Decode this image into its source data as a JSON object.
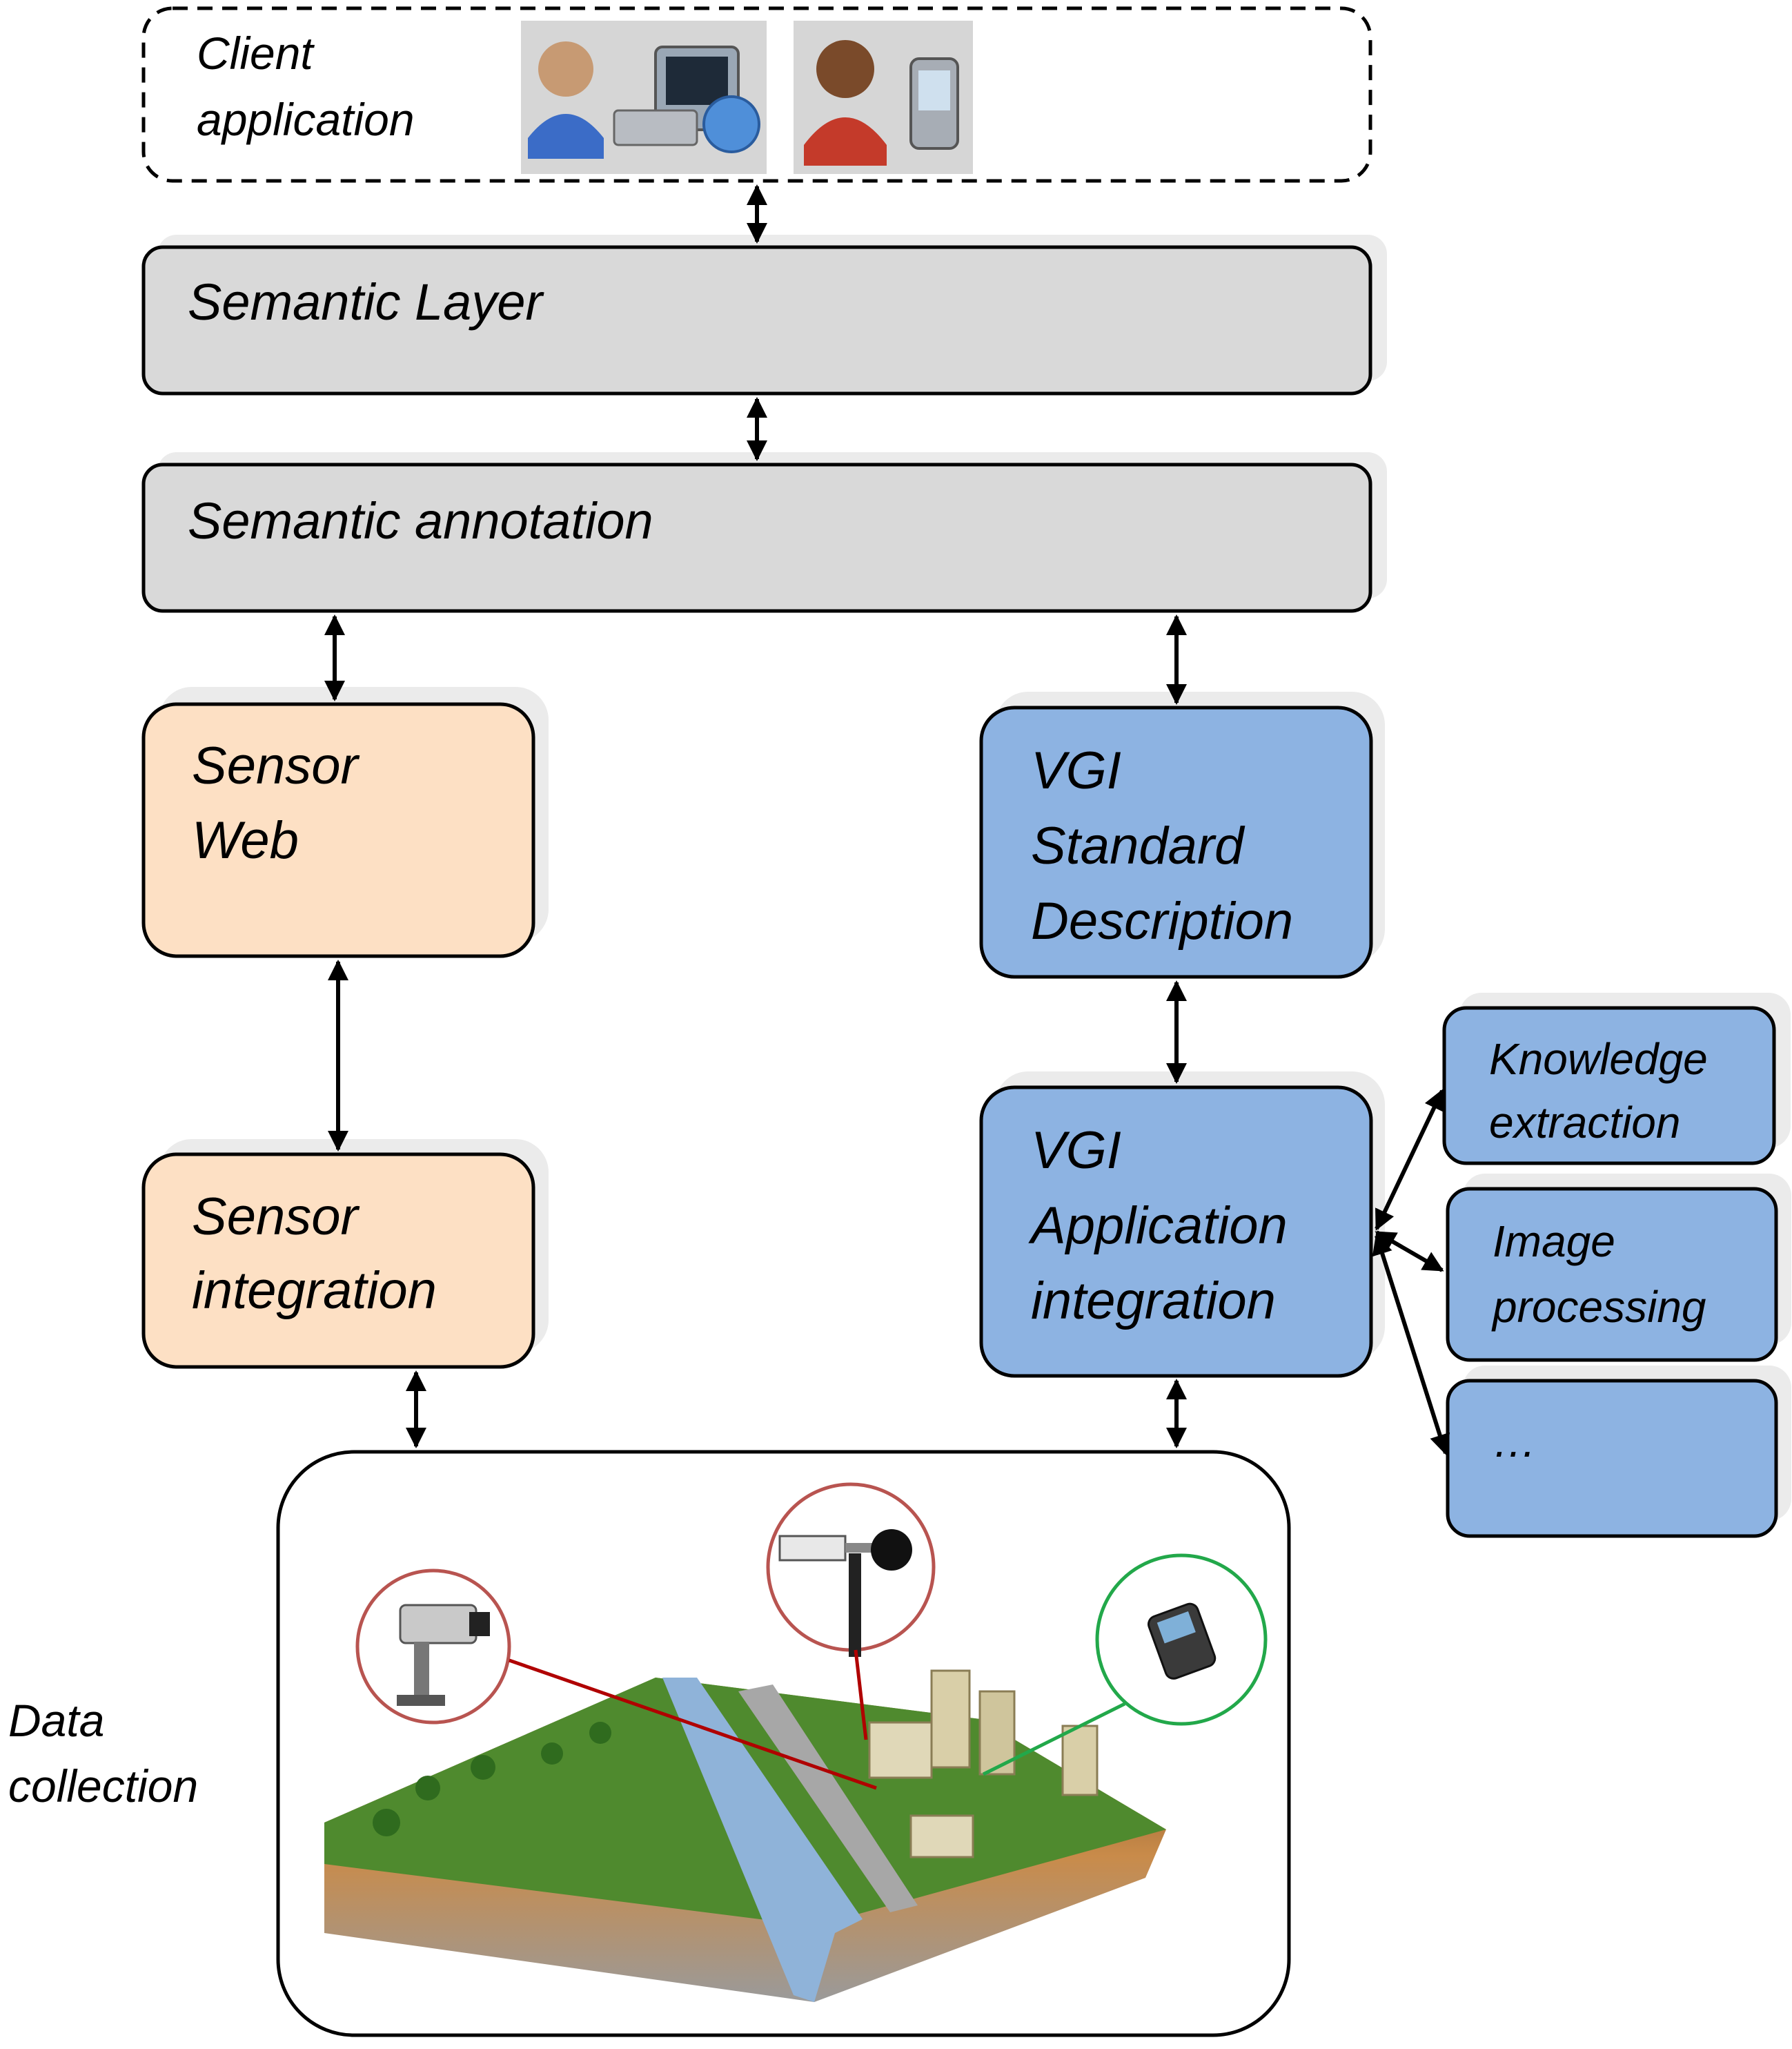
{
  "client": {
    "line1": "Client",
    "line2": "application"
  },
  "semantic_layer": "Semantic Layer",
  "semantic_annotation": "Semantic annotation",
  "sensor_web": {
    "line1": "Sensor",
    "line2": "Web"
  },
  "sensor_integration": {
    "line1": "Sensor",
    "line2": "integration"
  },
  "vgi_standard": {
    "line1": "VGI",
    "line2": "Standard",
    "line3": "Description"
  },
  "vgi_application": {
    "line1": "VGI",
    "line2": "Application",
    "line3": "integration"
  },
  "knowledge": {
    "line1": "Knowledge",
    "line2": "extraction"
  },
  "image_processing": {
    "line1": "Image",
    "line2": "processing"
  },
  "more": "…",
  "data_collection": {
    "line1": "Data",
    "line2": "collection"
  },
  "icons": {
    "desktop_user": "desktop-user-icon",
    "mobile_user": "mobile-user-icon",
    "camera": "surveillance-camera-icon",
    "weather": "anemometer-icon",
    "phone": "smartphone-icon"
  },
  "colors": {
    "grey_box": "#d9d9d9",
    "sensor_box": "#fde0c4",
    "vgi_box": "#8db3e2",
    "red_marker": "#b85450",
    "green_marker": "#22a84a"
  }
}
